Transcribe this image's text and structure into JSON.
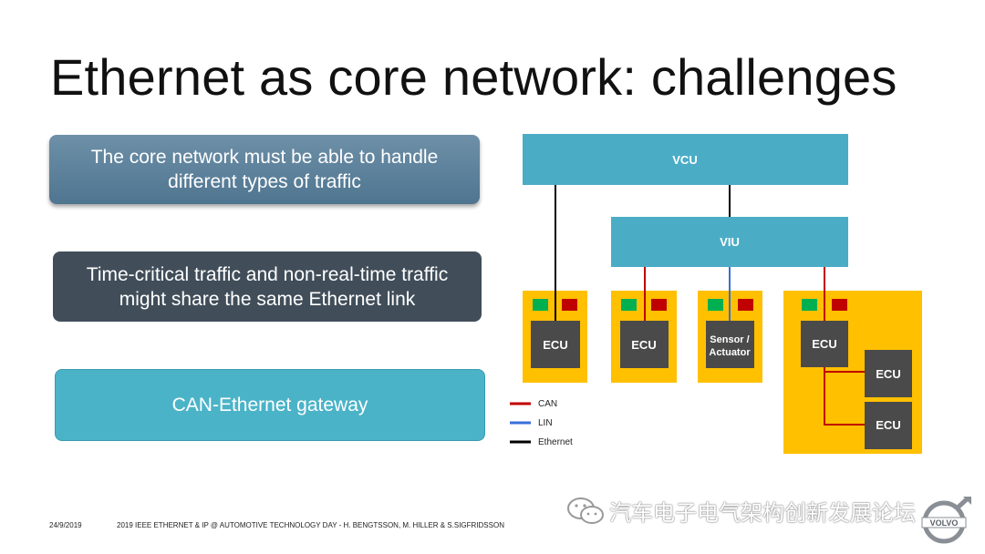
{
  "slide": {
    "title": "Ethernet as core network: challenges",
    "boxes": [
      "The core network must be able to handle different types of traffic",
      "Time-critical traffic and non-real-time traffic might share the same Ethernet link",
      "CAN-Ethernet gateway"
    ]
  },
  "diagram": {
    "vcu_label": "VCU",
    "viu_label": "VIU",
    "ecu_label": "ECU",
    "sensor_line1": "Sensor /",
    "sensor_line2": "Actuator",
    "legend": [
      "CAN",
      "LIN",
      "Ethernet"
    ],
    "colors": {
      "controller": "#4bacc6",
      "zone": "#ffc000",
      "unit": "#4a4a4a",
      "can": "#c00000",
      "lin": "#3a6fd8",
      "ethernet": "#000000",
      "led_green": "#00b050",
      "led_red": "#c00000"
    }
  },
  "footer": {
    "date": "24/9/2019",
    "credit": "2019 IEEE ETHERNET & IP @ AUTOMOTIVE TECHNOLOGY DAY - H. BENGTSSON, M. HILLER & S.SIGFRIDSSON"
  },
  "watermark": {
    "text": "汽车电子电气架构创新发展论坛",
    "icon": "wechat-icon"
  },
  "logo": {
    "icon": "volvo-logo-icon",
    "text": "VOLVO"
  }
}
